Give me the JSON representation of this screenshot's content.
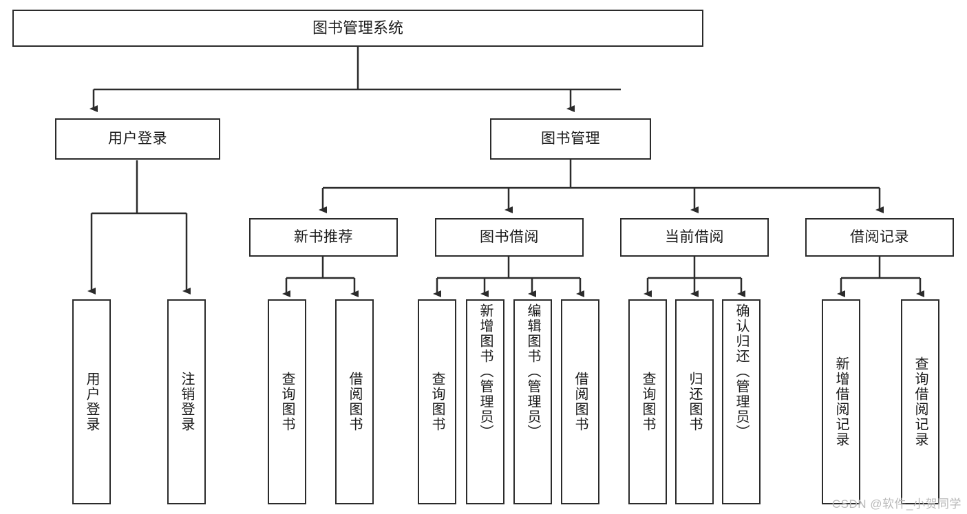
{
  "diagram": {
    "title": "图书管理系统",
    "watermark": "CSDN @软件_小贺同学",
    "colors": {
      "stroke": "#2b2b2b",
      "background": "#ffffff",
      "text": "#1a1a1a",
      "watermark": "#b9b9b9"
    },
    "root": {
      "label": "图书管理系统"
    },
    "level2": [
      {
        "label": "用户登录"
      },
      {
        "label": "图书管理"
      }
    ],
    "level3": [
      {
        "label": "新书推荐"
      },
      {
        "label": "图书借阅"
      },
      {
        "label": "当前借阅"
      },
      {
        "label": "借阅记录"
      }
    ],
    "leaves": {
      "user_login": [
        {
          "label": "用户登录"
        },
        {
          "label": "注销登录"
        }
      ],
      "new_book_recommend": [
        {
          "label": "查询图书"
        },
        {
          "label": "借阅图书"
        }
      ],
      "book_borrow": [
        {
          "label": "查询图书"
        },
        {
          "label": "新增图书（管理员）"
        },
        {
          "label": "编辑图书（管理员）"
        },
        {
          "label": "借阅图书"
        }
      ],
      "current_borrow": [
        {
          "label": "查询图书"
        },
        {
          "label": "归还图书"
        },
        {
          "label": "确认归还（管理员）"
        }
      ],
      "borrow_record": [
        {
          "label": "新增借阅记录"
        },
        {
          "label": "查询借阅记录"
        }
      ]
    }
  }
}
